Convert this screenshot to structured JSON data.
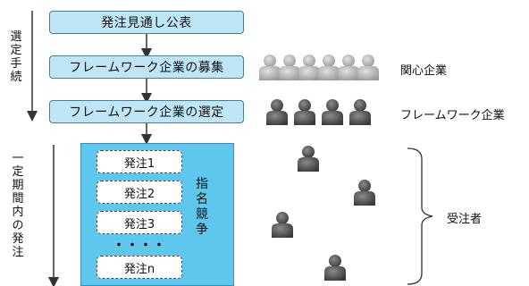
{
  "flow": {
    "step1": "発注見通し公表",
    "step2": "フレームワーク企業の募集",
    "step3": "フレームワーク企業の選定"
  },
  "phase_labels": {
    "selection": "選定手続",
    "period": "一定期間内の発注"
  },
  "orders": {
    "items": [
      "発注1",
      "発注2",
      "発注3",
      "発注n"
    ],
    "ellipsis": "・・・・",
    "method": "指名競争"
  },
  "groups": {
    "interested": "関心企業",
    "framework": "フレームワーク企業",
    "contractors": "受注者"
  },
  "colors": {
    "box_fill": "#bfe6f6",
    "panel_fill": "#5fc7ee",
    "person_light": "#b8b8b8",
    "person_dark": "#5a5a5a"
  }
}
